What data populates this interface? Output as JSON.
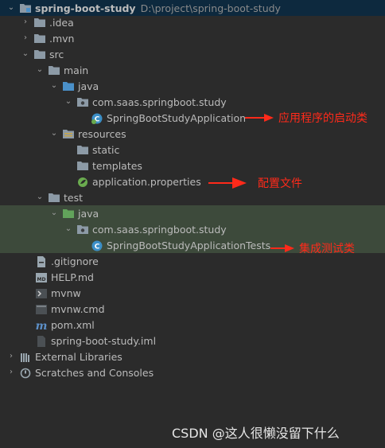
{
  "project": {
    "name": "spring-boot-study",
    "path": "D:\\project\\spring-boot-study"
  },
  "tree": {
    "idea": ".idea",
    "mvn": ".mvn",
    "src": "src",
    "main": "main",
    "main_java": "java",
    "main_pkg": "com.saas.springboot.study",
    "app_class": "SpringBootStudyApplication",
    "resources": "resources",
    "static": "static",
    "templates": "templates",
    "app_props": "application.properties",
    "test": "test",
    "test_java": "java",
    "test_pkg": "com.saas.springboot.study",
    "test_class": "SpringBootStudyApplicationTests",
    "gitignore": ".gitignore",
    "help": "HELP.md",
    "mvnw": "mvnw",
    "mvnw_cmd": "mvnw.cmd",
    "pom": "pom.xml",
    "iml": "spring-boot-study.iml",
    "ext_libs": "External Libraries",
    "scratches": "Scratches and Consoles"
  },
  "annotations": {
    "app_start": "应用程序的启动类",
    "config": "配置文件",
    "test_class": "集成测试类"
  },
  "watermark": "CSDN @这人很懒没留下什么",
  "colors": {
    "background": "#2b2b2b",
    "root_highlight": "#0d293e",
    "test_highlight": "#3d4a3b",
    "annotation_red": "#ff2a1a",
    "folder": "#8c9aa6",
    "source_folder": "#4a90c9",
    "test_folder": "#62a35b"
  }
}
